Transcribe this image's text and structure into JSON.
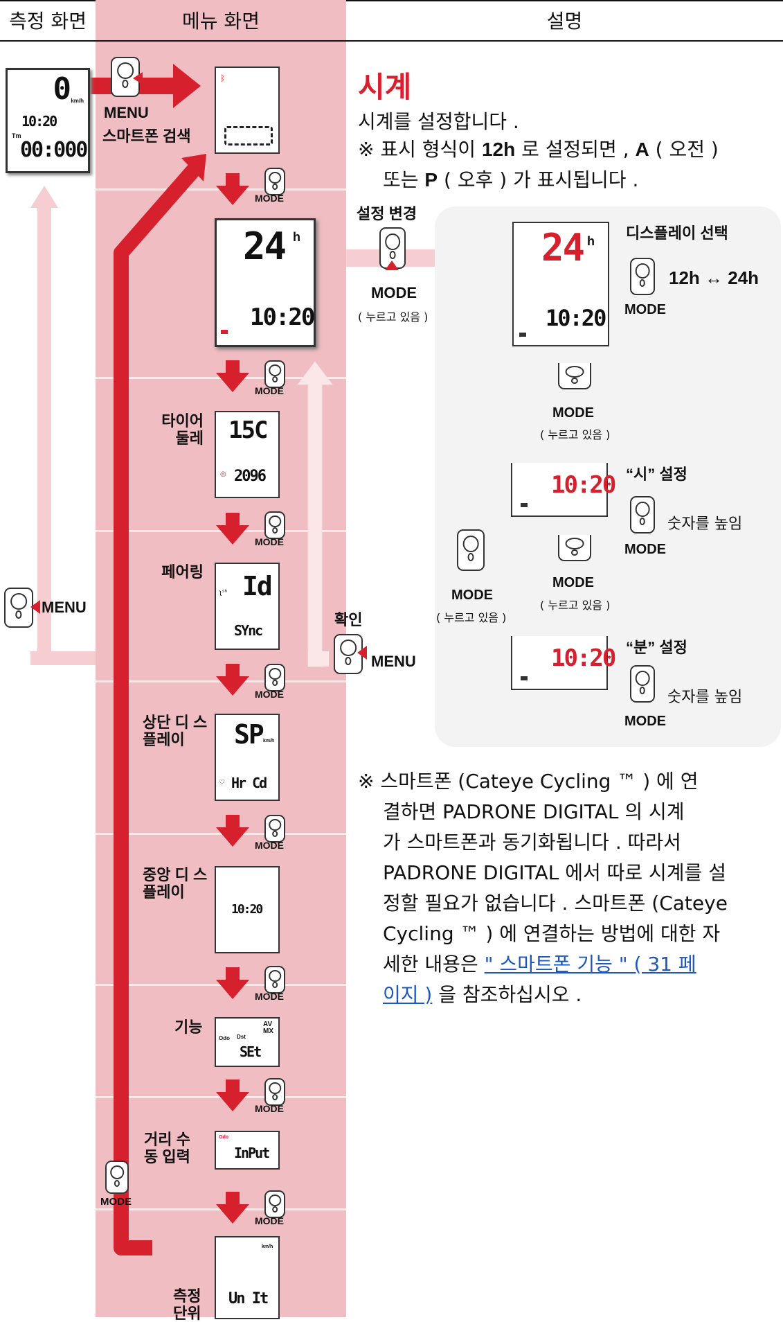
{
  "header": {
    "col1": "측정 화면",
    "col2": "메뉴 화면",
    "col3": "설명"
  },
  "left": {
    "speed": "0",
    "speed_unit": "km/h",
    "clock": "10:20",
    "tm_label": "Tm",
    "time": "00:000",
    "menu_label": "MENU"
  },
  "menu": {
    "menu_label": "MENU",
    "mode_label": "MODE",
    "smartphone_search": "스마트폰 검색",
    "clock_hours": "24",
    "clock_h": "h",
    "clock_time": "10:20",
    "tire_label": "타이어 둘레",
    "tire_top": "15C",
    "tire_bottom": "2096",
    "pairing_label": "페어링",
    "pairing_top": "Id",
    "pairing_bottom": "SYnc",
    "upper_label": "상단 디 스플레이",
    "upper_top": "SP",
    "upper_unit": "km/h",
    "upper_bottom": "Hr Cd",
    "middle_label": "중앙 디 스플레이",
    "middle_text": "10:20",
    "function_label": "기능",
    "function_odo": "Odo",
    "function_dst": "Dst",
    "function_avmx": "AV MX",
    "function_set": "SEt",
    "odo_label": "거리 수 동 입력",
    "odo_small": "Odo",
    "odo_text": "InPut",
    "units_label": "측정 단위",
    "units_small": "km/h",
    "units_text": "Un It",
    "confirm_label": "확인",
    "mode_bottom": "MODE"
  },
  "desc": {
    "title": "시계",
    "line1": "시계를 설정합니다 .",
    "line2a": "※ 표시 형식이 ",
    "line2b": "12h",
    "line2c": " 로 설정되면 , ",
    "line2d": "A",
    "line2e": " ( 오전 )",
    "line3a": "또는 ",
    "line3b": "P",
    "line3c": " ( 오후 ) 가 표시됩니다 .",
    "change_label": "설정 변경",
    "mode_label": "MODE",
    "hold": "( 누르고 있음 )",
    "display_select": "디스플레이 선택",
    "toggle": "12h ↔ 24h",
    "hour_set": "“시” 설정",
    "minute_set": "“분” 설정",
    "increase": "숫자를 높임",
    "panel_hours": "24",
    "panel_h": "h",
    "panel_time": "10:20",
    "hour_lcd": "10:20",
    "minute_lcd": "10:20",
    "note1": "※ 스마트폰 (Cateye Cycling ™ ) 에 연",
    "note2": "결하면 PADRONE DIGITAL 의 시계",
    "note3": "가 스마트폰과 동기화됩니다 . 따라서",
    "note4": "PADRONE DIGITAL 에서 따로 시계를 설",
    "note5": "정할 필요가 없습니다 . 스마트폰 (Cateye",
    "note6": "Cycling ™ ) 에 연결하는 방법에 대한 자",
    "note7a": "세한 내용은 ",
    "note7link": "\" 스마트폰 기능 \" ( 31 페",
    "note8link": "이지 )",
    "note8b": " 을 참조하십시오 ."
  },
  "colors": {
    "red": "#d7202d",
    "menu_bg": "#efbdc2",
    "light_arrow": "#f6cdd0",
    "panel": "#f3f3f4"
  }
}
